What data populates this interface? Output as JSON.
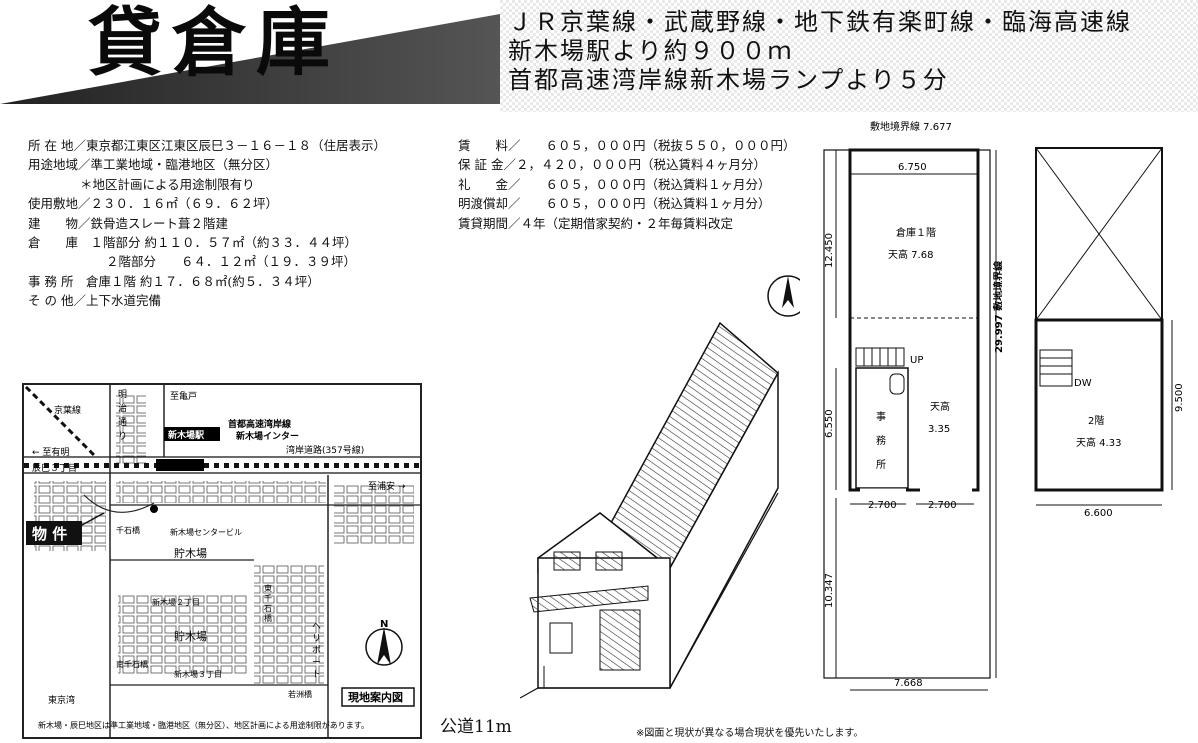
{
  "title": "貸倉庫",
  "access": [
    "ＪＲ京葉線・武蔵野線・地下鉄有楽町線・臨海高速線",
    "新木場駅より約９００ｍ",
    "首都高速湾岸線新木場ランプより５分"
  ],
  "property": {
    "location": "所 在 地／東京都江東区江東区辰巳３－１６－１８（住居表示）",
    "zoning": "用途地域／準工業地域・臨港地区（無分区）",
    "zoning_note": "＊地区計画による用途制限有り",
    "site": "使用敷地／２３０．１６㎡（６９．６２坪）",
    "building": "建　　物／鉄骨造スレート葺２階建",
    "warehouse_1f": "倉　　庫　１階部分 約１１０．５７㎡（約３３．４４坪）",
    "warehouse_2f": "２階部分　　６４．１２㎡（１９．３９坪）",
    "office": "事 務 所　倉庫１階 約１７．６８㎡(約５．３４坪）",
    "other": "そ の 他／上下水道完備"
  },
  "terms": {
    "rent": "賃　　料／　　６０５，０００円（税抜５５０，０００円）",
    "deposit": "保 証 金／２，４２０，０００円（税込賃料４ヶ月分）",
    "key_money": "礼　　金／　　６０５，０００円（税込賃料１ヶ月分）",
    "refund_deduction": "明渡償却／　　６０５，０００円（税込賃料１ヶ月分）",
    "period": "賃貸期間／４年（定期借家契約・２年毎賃料改定"
  },
  "map": {
    "keiyo_line": "京葉線",
    "meiji_dori": [
      "明",
      "治",
      "通",
      "り"
    ],
    "to_kameido": "至亀戸",
    "to_ariake": "← 至有明",
    "tatsumi3": "辰巳３丁目",
    "expressway": "首都高速湾岸線",
    "interchange": "新木場インター",
    "station": "新木場駅",
    "wangan_road": "湾岸道路(357号線)",
    "to_urayasu": "至浦安 →",
    "property_label": "物 件",
    "senseki_bridge": "千石橋",
    "center_building": "新木場センタービル",
    "lumber_pond_1": "貯木場",
    "lumber_pond_2": "貯木場",
    "shinkiba2": "新木場２丁目",
    "shinkiba3": "新木場３丁目",
    "minami_senseki": "南千石橋",
    "higashi_senseki": [
      "東",
      "千",
      "石",
      "橋"
    ],
    "heliport": [
      "ヘ",
      "リ",
      "ポ",
      "ー",
      "ト"
    ],
    "wakasu_bridge": "若洲橋",
    "tokyo_bay": "東京湾",
    "map_caption": "現地案内図",
    "north": "N",
    "footnote": "新木場・辰巳地区は準工業地域・臨港地区（無分区）、地区計画による用途制限があります。"
  },
  "plan": {
    "site_boundary": "敷地境界線 7.677",
    "top_width": "6.750",
    "wh1_label": "倉庫１階",
    "wh1_height": "天高 7.68",
    "dim_12450": "12.450",
    "dim_6550": "6.550",
    "dim_10347": "10.347",
    "side_boundary": "29.997 敷地境界線",
    "up": "UP",
    "office_chars": [
      "事",
      "務",
      "所"
    ],
    "ceiling_label": "天高",
    "ceiling_value": "3.35",
    "dim_2700a": "2.700",
    "dim_2700b": "2.700",
    "bottom_width": "7.668",
    "dw": "DW",
    "floor2_label": "2階",
    "floor2_height": "天高 4.33",
    "dim_9500": "9.500",
    "floor2_width": "6.600"
  },
  "road": "公道11m",
  "disclaimer": "※図面と現状が異なる場合現状を優先いたします。"
}
